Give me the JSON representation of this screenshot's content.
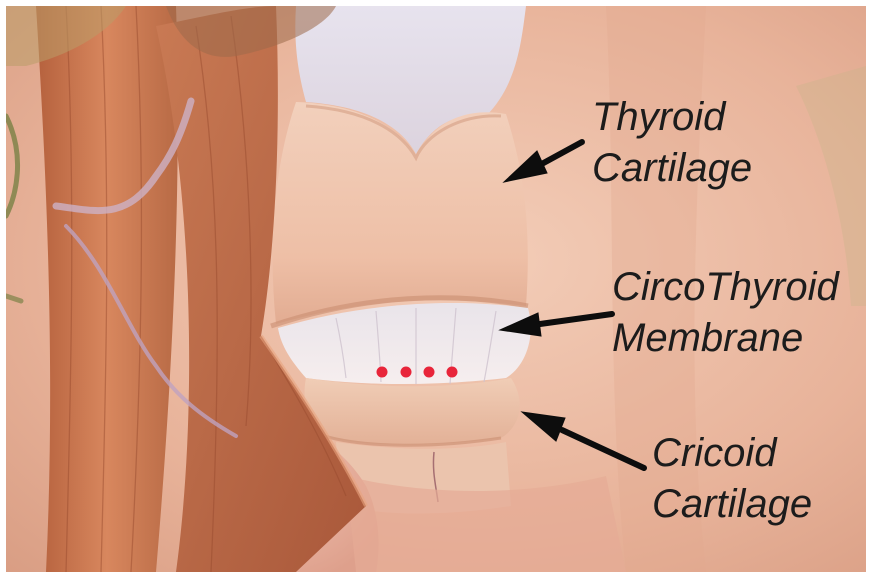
{
  "labels": {
    "thyroid": {
      "line1": "Thyroid",
      "line2": "Cartilage"
    },
    "cricothyroid": {
      "line1": "CircoThyroid",
      "line2": "Membrane"
    },
    "cricoid": {
      "line1": "Cricoid",
      "line2": "Cartilage"
    }
  },
  "colors": {
    "arrow": "#0d0d0d",
    "text": "#1c1c1c",
    "membrane_dots": "#e8253a",
    "background": "#e9b8a0"
  }
}
